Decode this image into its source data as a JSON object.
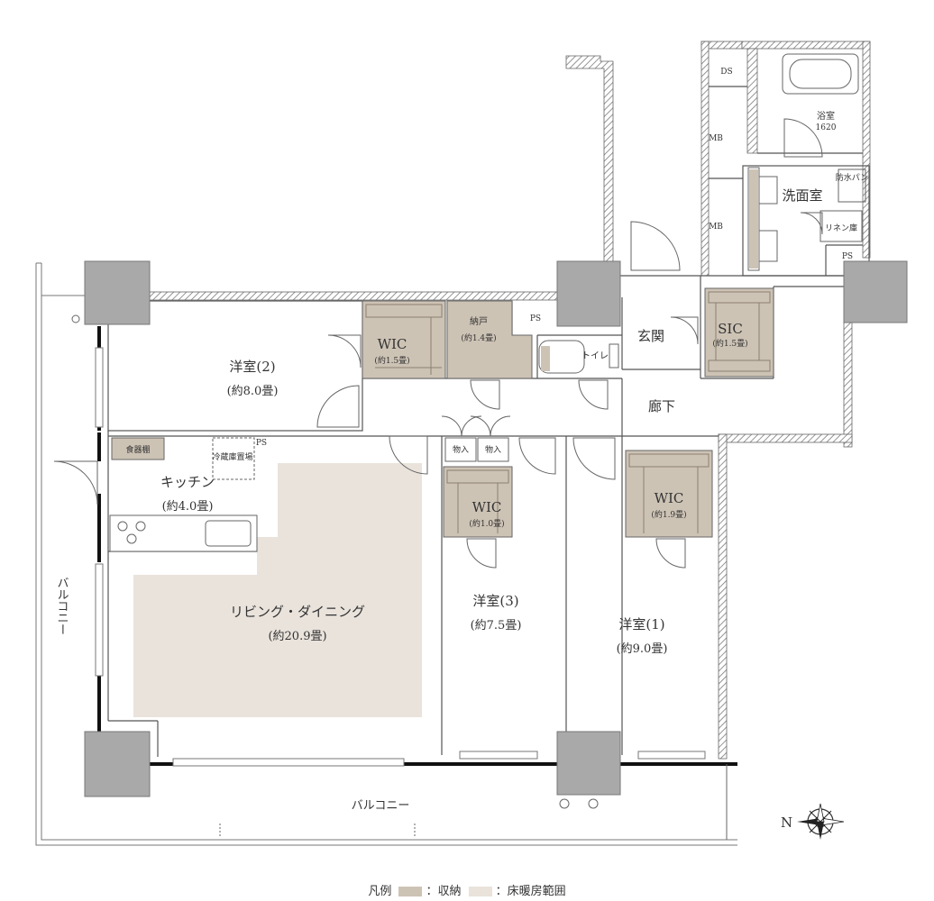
{
  "colors": {
    "storage": "#cdc3b5",
    "floor_heating": "#e9e3dc",
    "pillar": "#a9a9a9",
    "wall_hatch": "#8b8b8b"
  },
  "rooms": {
    "western2": {
      "name": "洋室(2)",
      "size": "(約8.0畳)"
    },
    "wic_a": {
      "name": "WIC",
      "size": "(約1.5畳)"
    },
    "storage_room": {
      "name": "納戸",
      "size": "(約1.4畳)"
    },
    "ps_top": "PS",
    "toilet": "トイレ",
    "entrance": "玄関",
    "sic": {
      "name": "SIC",
      "size": "(約1.5畳)"
    },
    "corridor": "廊下",
    "bathroom": {
      "name": "浴室",
      "size": "1620"
    },
    "washroom": "洗面室",
    "waterproof_pan": "防水パン",
    "linen": "リネン庫",
    "ps_right": "PS",
    "ds": "DS",
    "mb1": "MB",
    "mb2": "MB",
    "dish_shelf": "食器棚",
    "fridge": "冷蔵庫置場",
    "ps_kitchen": "PS",
    "kitchen": {
      "name": "キッチン",
      "size": "(約4.0畳)"
    },
    "living": {
      "name": "リビング・ダイニング",
      "size": "(約20.9畳)"
    },
    "closet1": "物入",
    "closet2": "物入",
    "wic_b": {
      "name": "WIC",
      "size": "(約1.0畳)"
    },
    "wic_c": {
      "name": "WIC",
      "size": "(約1.9畳)"
    },
    "western3": {
      "name": "洋室(3)",
      "size": "(約7.5畳)"
    },
    "western1": {
      "name": "洋室(1)",
      "size": "(約9.0畳)"
    },
    "balcony_left": "バルコニー",
    "balcony_bottom": "バルコニー"
  },
  "compass": {
    "north_label": "N"
  },
  "legend": {
    "title": "凡例",
    "storage_label": "：収納",
    "floor_heating_label": "：床暖房範囲"
  }
}
